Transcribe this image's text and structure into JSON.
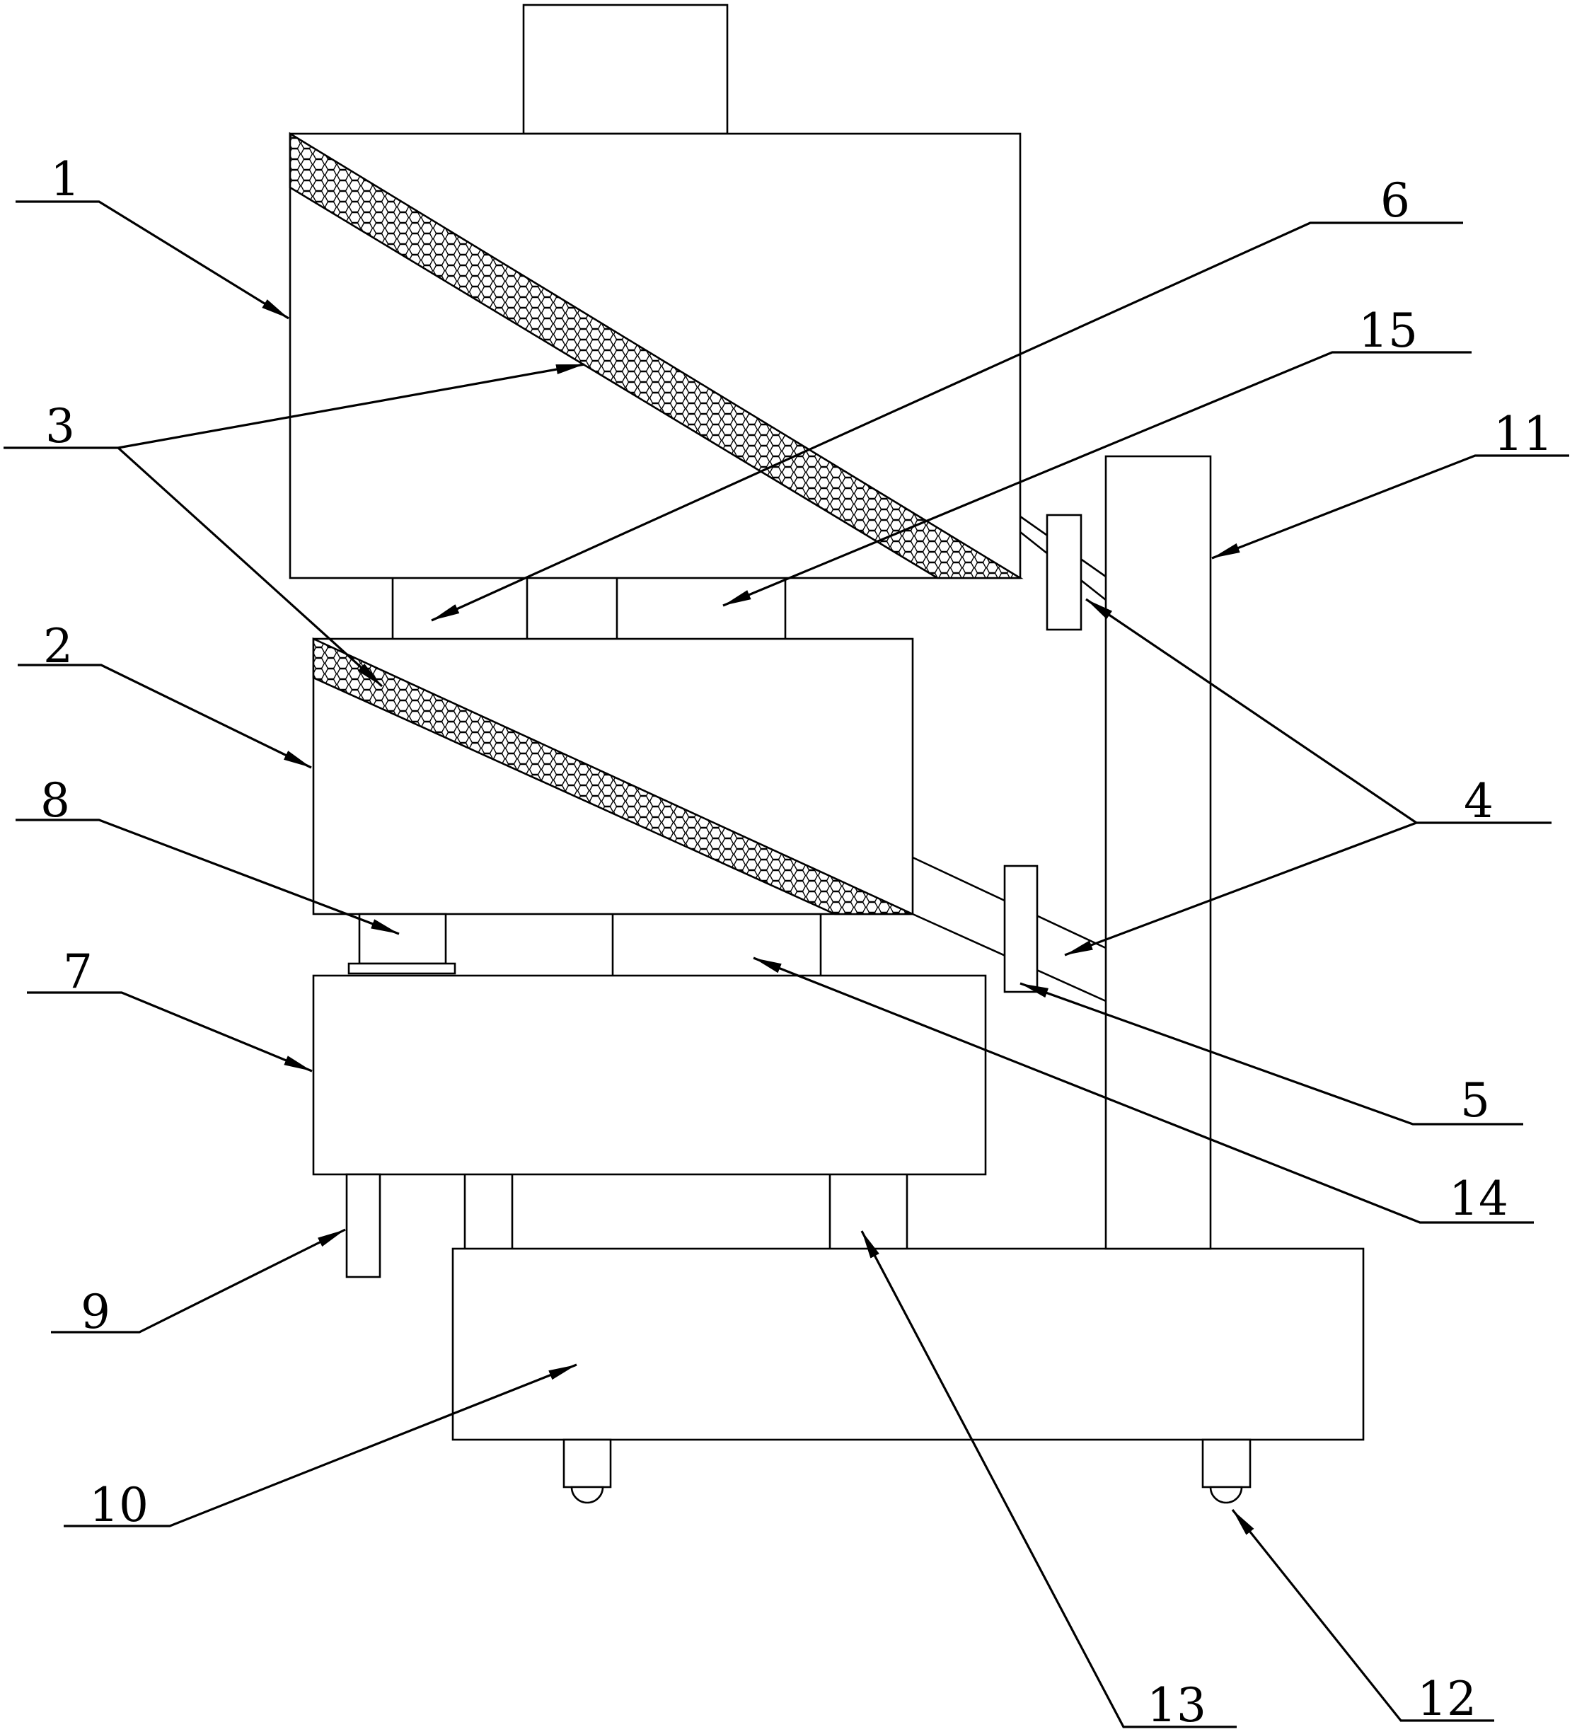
{
  "labels": [
    {
      "key": "l1",
      "text": "1"
    },
    {
      "key": "l2",
      "text": "2"
    },
    {
      "key": "l3",
      "text": "3"
    },
    {
      "key": "l4",
      "text": "4"
    },
    {
      "key": "l5",
      "text": "5"
    },
    {
      "key": "l6",
      "text": "6"
    },
    {
      "key": "l7",
      "text": "7"
    },
    {
      "key": "l8",
      "text": "8"
    },
    {
      "key": "l9",
      "text": "9"
    },
    {
      "key": "l10",
      "text": "10"
    },
    {
      "key": "l11",
      "text": "11"
    },
    {
      "key": "l12",
      "text": "12"
    },
    {
      "key": "l13",
      "text": "13"
    },
    {
      "key": "l14",
      "text": "14"
    },
    {
      "key": "l15",
      "text": "15"
    }
  ],
  "colors": {
    "line": "#000000",
    "background": "#ffffff"
  }
}
